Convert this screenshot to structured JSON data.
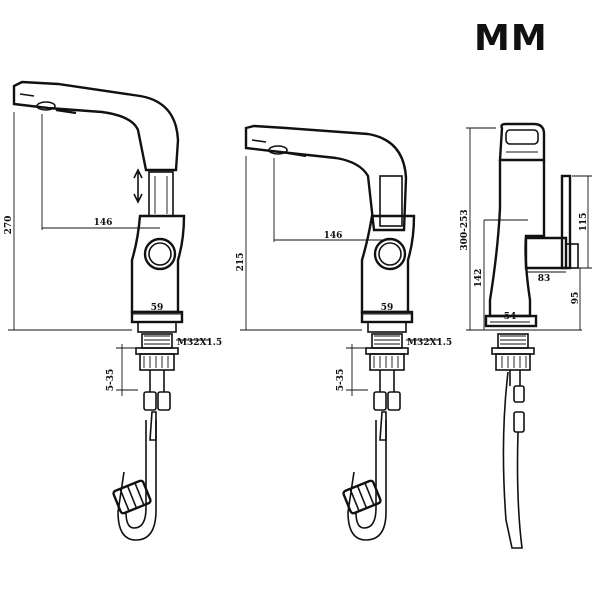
{
  "unit_label": "MM",
  "views": {
    "left": {
      "height": "270",
      "spout_reach": "146",
      "body_width": "59",
      "thread": "M32X1.5",
      "deck_range": "5-35"
    },
    "middle": {
      "height": "215",
      "spout_reach": "146",
      "body_width": "59",
      "thread": "M32X1.5",
      "deck_range": "5-35"
    },
    "right": {
      "height_range": "300-253",
      "lower_height": "142",
      "handle_height": "115",
      "handle_reach": "83",
      "handle_base_height": "95",
      "base_width": "54"
    }
  }
}
